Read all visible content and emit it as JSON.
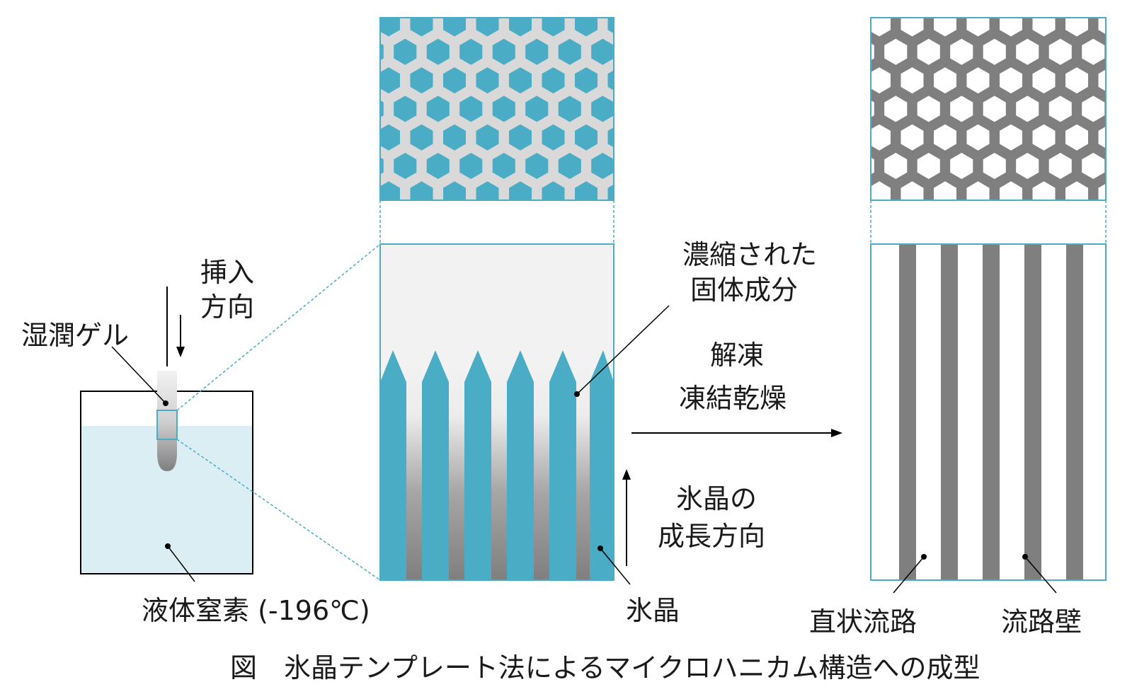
{
  "labels": {
    "insert_line1": "挿入",
    "insert_line2": "方向",
    "wet_gel": "湿潤ゲル",
    "liquid_nitrogen": "液体窒素 (-196℃)",
    "concentrated_line1": "濃縮された",
    "concentrated_line2": "固体成分",
    "thaw": "解凍",
    "freeze_dry": "凍結乾燥",
    "growth_line1": "氷晶の",
    "growth_line2": "成長方向",
    "ice_crystal": "氷晶",
    "straight_channel": "直状流路",
    "channel_wall": "流路壁"
  },
  "caption": "図　氷晶テンプレート法によるマイクロハニカム構造への成型",
  "colors": {
    "ice": "#4aacc5",
    "solid_light": "#d9d9d9",
    "wall_gray": "#7f7f7f",
    "liquid": "#daeef3",
    "outline": "#000000"
  }
}
